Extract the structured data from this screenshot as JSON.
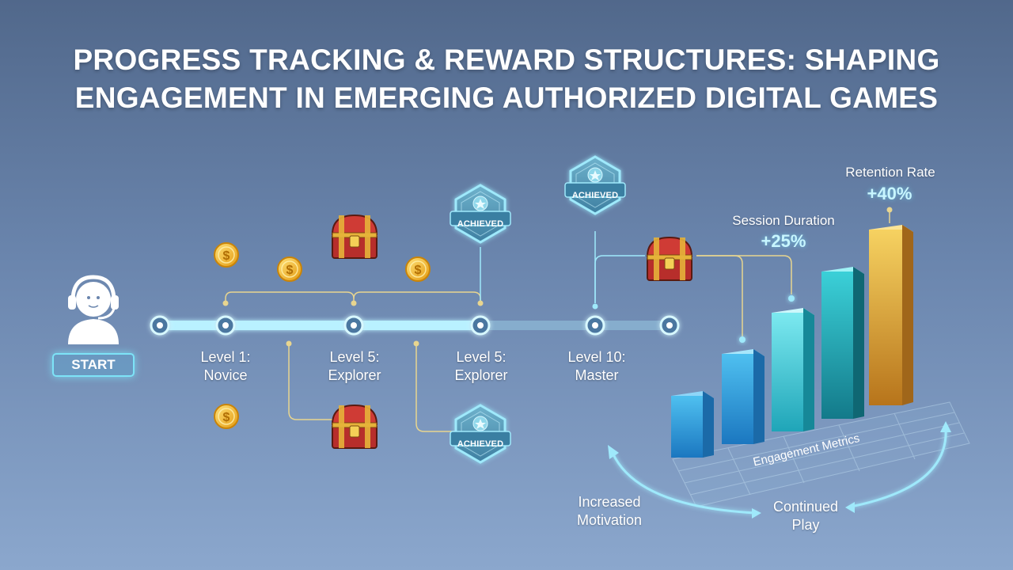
{
  "title": {
    "line1": "PROGRESS TRACKING & REWARD STRUCTURES: SHAPING",
    "line2": "ENGAGEMENT IN EMERGING AUTHORIZED DIGITAL GAMES"
  },
  "start_label": "START",
  "levels": [
    {
      "line1": "Level 1:",
      "line2": "Novice"
    },
    {
      "line1": "Level 5:",
      "line2": "Explorer"
    },
    {
      "line1": "Level 5:",
      "line2": "Explorer"
    },
    {
      "line1": "Level 10:",
      "line2": "Master"
    }
  ],
  "badge_label": "ACHIEVED",
  "metrics": {
    "retention": {
      "label": "Retention Rate",
      "value": "+40%"
    },
    "session": {
      "label": "Session Duration",
      "value": "+25%"
    }
  },
  "engagement_label": "Engagement Metrics",
  "cycle": {
    "motivation_line1": "Increased",
    "motivation_line2": "Motivation",
    "play_line1": "Continued",
    "play_line2": "Play"
  },
  "icons": [
    "user-headset-icon",
    "coin-icon",
    "treasure-chest-icon",
    "achievement-badge-icon",
    "star-icon"
  ],
  "colors": {
    "accent": "#7de3f7",
    "connector": "#e8d58f",
    "coin": "#f2b61c",
    "chest": "#b72e2b",
    "bar_blue": "#2f97d6",
    "bar_cyan": "#3cc3d6",
    "bar_teal": "#1e9fa8",
    "bar_gold": "#e2a82a"
  }
}
